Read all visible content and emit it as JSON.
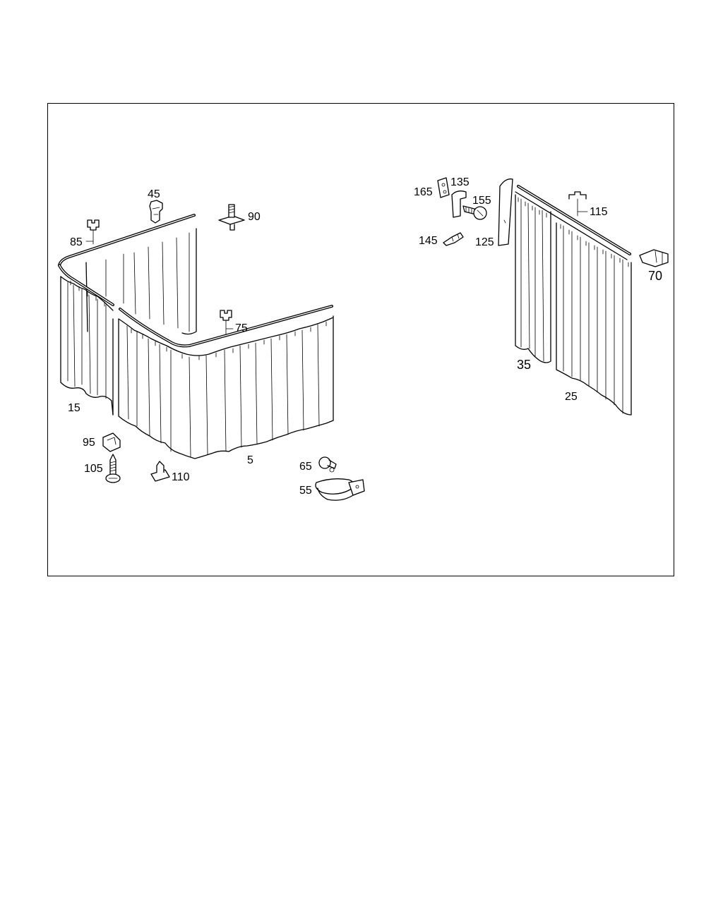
{
  "callouts": {
    "c5": "5",
    "c15": "15",
    "c25": "25",
    "c35": "35",
    "c45": "45",
    "c55": "55",
    "c65": "65",
    "c70": "70",
    "c75": "75",
    "c85": "85",
    "c90": "90",
    "c95": "95",
    "c105": "105",
    "c110": "110",
    "c115": "115",
    "c125": "125",
    "c135": "135",
    "c145": "145",
    "c155": "155",
    "c165": "165"
  }
}
